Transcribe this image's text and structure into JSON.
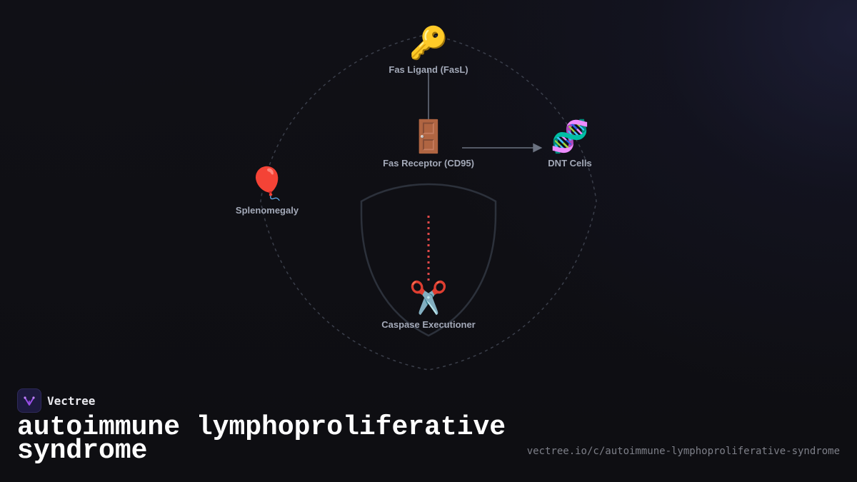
{
  "diagram": {
    "nodes": {
      "fasl": {
        "icon": "🔑",
        "icon_name": "key-icon",
        "label": "Fas Ligand (FasL)"
      },
      "receptor": {
        "icon": "🚪",
        "icon_name": "door-icon",
        "label": "Fas Receptor (CD95)"
      },
      "dnt": {
        "icon": "🧬",
        "icon_name": "dna-icon",
        "label": "DNT Cells"
      },
      "spleen": {
        "icon": "🎈",
        "icon_name": "balloon-icon",
        "label": "Splenomegaly"
      },
      "caspase": {
        "icon": "✂️",
        "icon_name": "scissors-icon",
        "label": "Caspase Executioner"
      }
    },
    "edges": [
      {
        "from": "fasl",
        "to": "receptor",
        "style": "solid"
      },
      {
        "from": "receptor",
        "to": "dnt",
        "style": "arrow"
      },
      {
        "from": "shield",
        "to": "caspase",
        "style": "dotted-red"
      }
    ],
    "colors": {
      "outline": "#3b3f4b",
      "edge": "#6b7280",
      "inhibition": "#e04848",
      "shield": "#2c313b"
    }
  },
  "brand": {
    "name": "Vectree",
    "logo_icon": "vectree-logo-icon",
    "accent": "#9a4ee8"
  },
  "title": "autoimmune lymphoproliferative syndrome",
  "url": "vectree.io/c/autoimmune-lymphoproliferative-syndrome"
}
